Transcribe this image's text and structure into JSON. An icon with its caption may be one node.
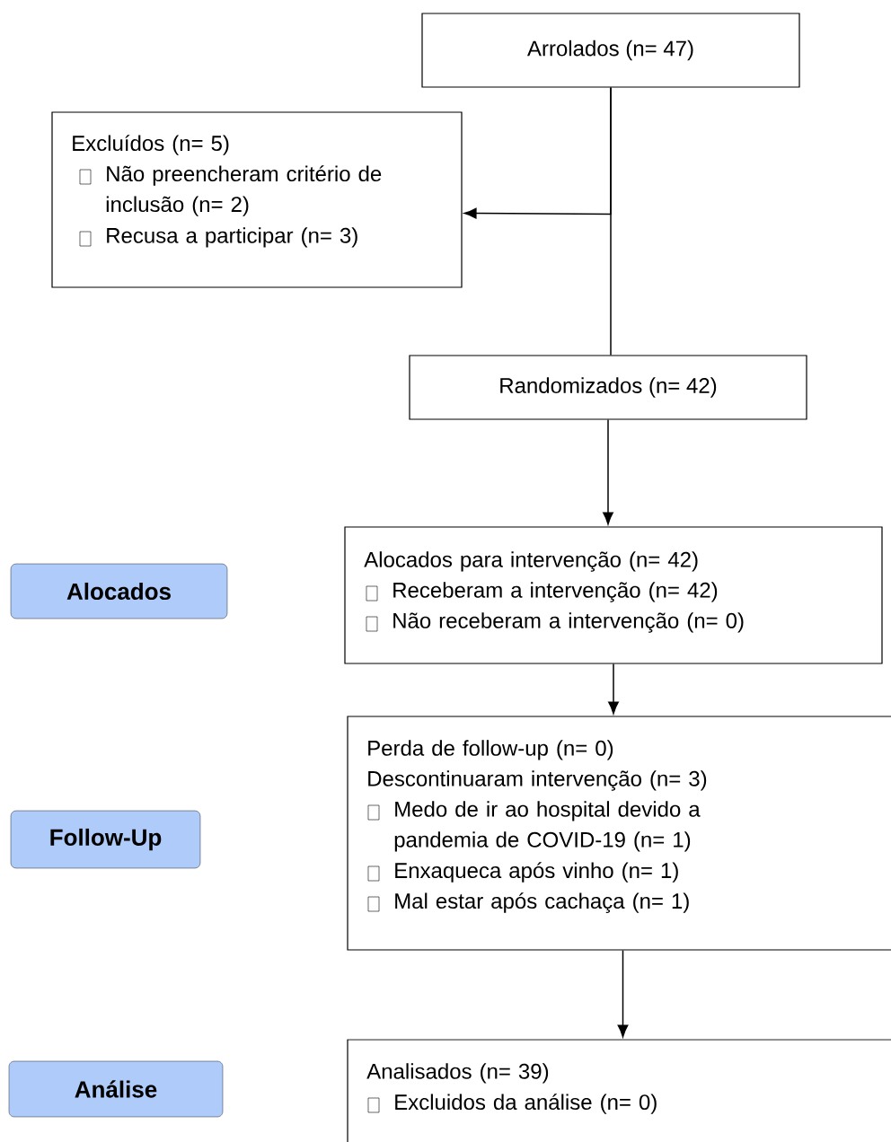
{
  "diagram": {
    "nodes": [
      {
        "text": [
          "Arrolados (n= 47)"
        ]
      },
      {
        "text": [
          "Excluídos (n= 5)",
          "Não preencheram critério de inclusão (n= 2)",
          "Recusa a participar (n= 3)"
        ]
      },
      {
        "text": [
          "Randomizados (n= 42)"
        ]
      },
      {
        "text": [
          "Alocados"
        ]
      },
      {
        "text": [
          "Alocados para intervenção (n= 42)",
          "Receberam a intervenção (n= 42)",
          "Não receberam a intervenção (n= 0)"
        ]
      },
      {
        "text": [
          "Follow-Up"
        ]
      },
      {
        "text": [
          "Perda de follow-up (n= 0)",
          "Descontinuaram intervenção (n= 3)",
          "Medo de ir ao hospital devido a pandemia de COVID-19 (n= 1)",
          "Enxaqueca após vinho (n= 1)",
          "Mal estar após cachaça (n= 1)"
        ]
      },
      {
        "text": [
          "Análise"
        ]
      },
      {
        "text": [
          "Analisados (n= 39)",
          "Excluidos da análise (n= 0)"
        ]
      }
    ],
    "edges": [
      {
        "from": 0,
        "to": 2,
        "arrow": "none"
      },
      {
        "from": 0,
        "to": 1,
        "arrow": "to"
      },
      {
        "from": 2,
        "to": 4,
        "arrow": "to"
      },
      {
        "from": 4,
        "to": 6,
        "arrow": "to"
      },
      {
        "from": 6,
        "to": 8,
        "arrow": "to"
      }
    ]
  }
}
